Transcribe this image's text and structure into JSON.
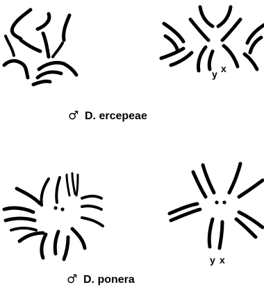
{
  "panels": [
    {
      "caption_symbol": "♂",
      "caption_species": "D. ercepeae"
    },
    {
      "caption_symbol": "♂",
      "caption_species": "D. ponera"
    }
  ],
  "chromosome_labels": {
    "top_right": [
      "y",
      "x"
    ],
    "bottom_right": [
      "y",
      "x"
    ]
  }
}
